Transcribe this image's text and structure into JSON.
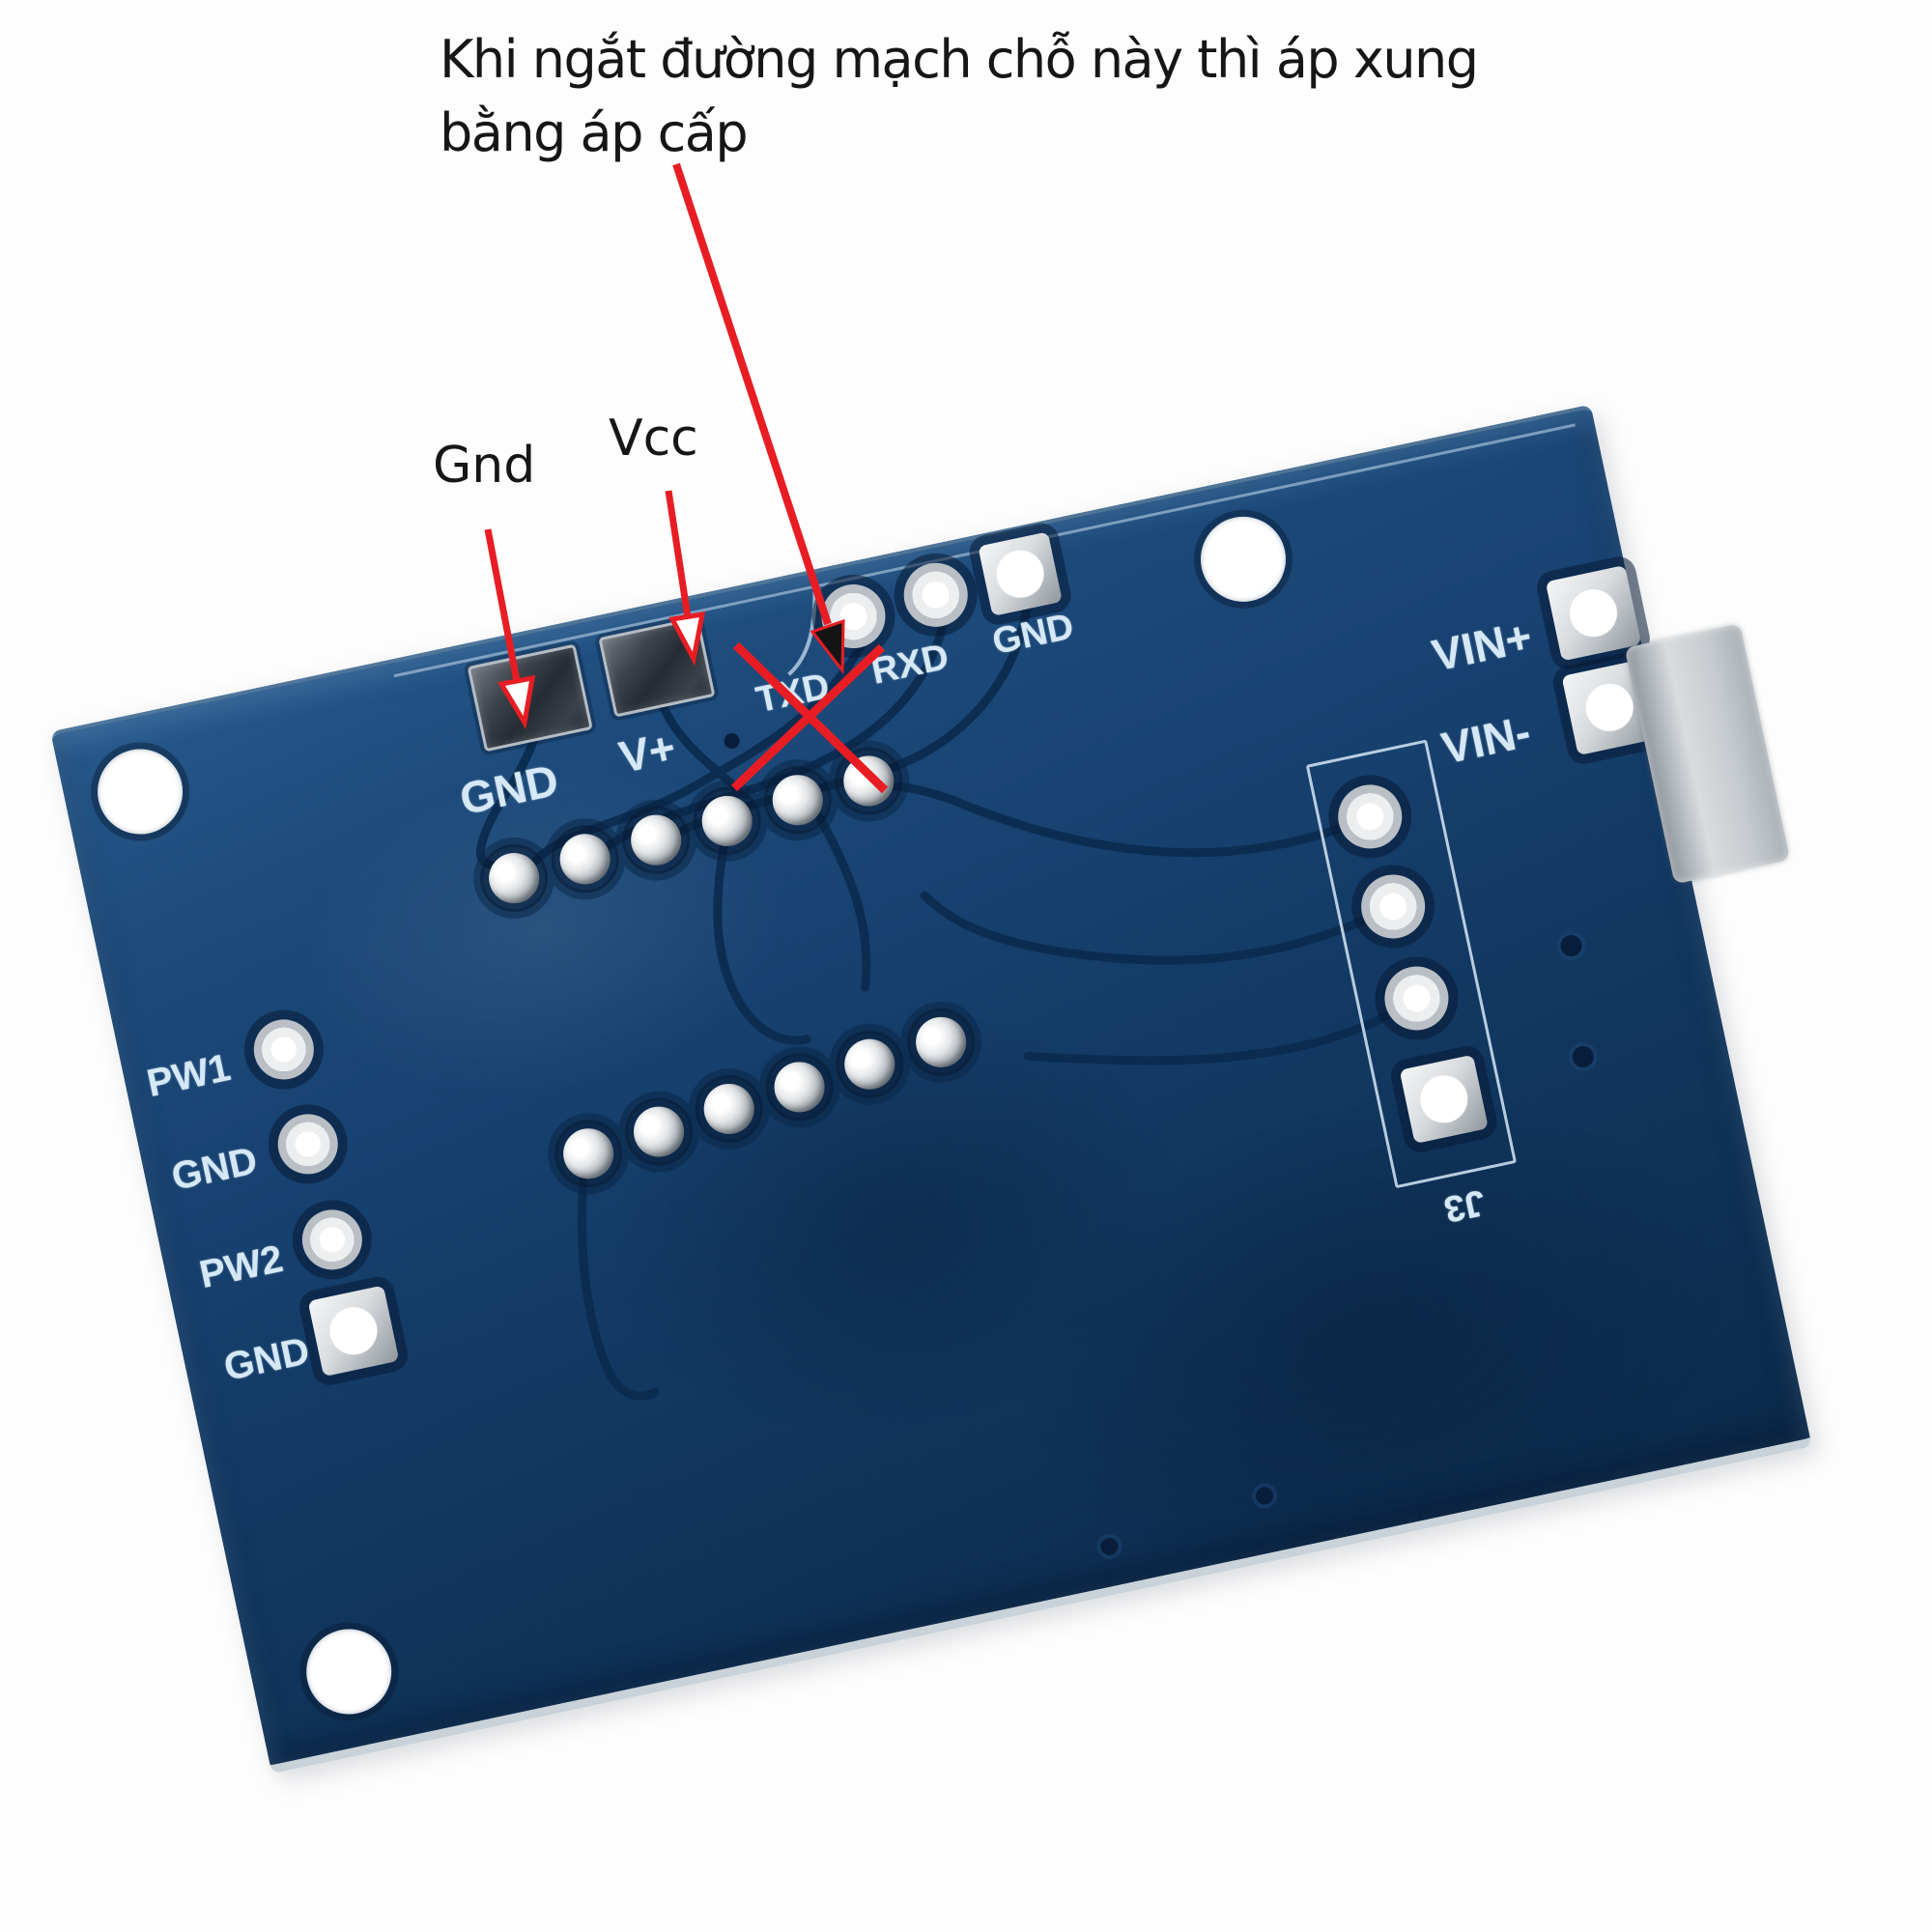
{
  "annotation": {
    "caption_line1": "Khi ngắt đường mạch chỗ này thì áp xung",
    "caption_line2": "bằng áp cấp",
    "gnd_pointer_label": "Gnd",
    "vcc_pointer_label": "Vcc"
  },
  "board": {
    "top_pads": {
      "gnd_label": "GND",
      "vplus_label": "V+"
    },
    "serial_header": {
      "txd": "TXD",
      "rxd": "RXD",
      "gnd": "GND"
    },
    "power_pads": {
      "vin_plus": "VIN+",
      "vin_minus": "VIN-"
    },
    "j3_label": "J3",
    "left_pins": [
      {
        "label": "PW1"
      },
      {
        "label": "GND"
      },
      {
        "label": "PW2"
      },
      {
        "label": "GND"
      }
    ]
  },
  "colors": {
    "board_blue": "#16406e",
    "silkscreen": "#d6e8f6",
    "annotation_red": "#e81d24",
    "annotation_black": "#161616",
    "pad_silver": "#d9dcdf"
  }
}
